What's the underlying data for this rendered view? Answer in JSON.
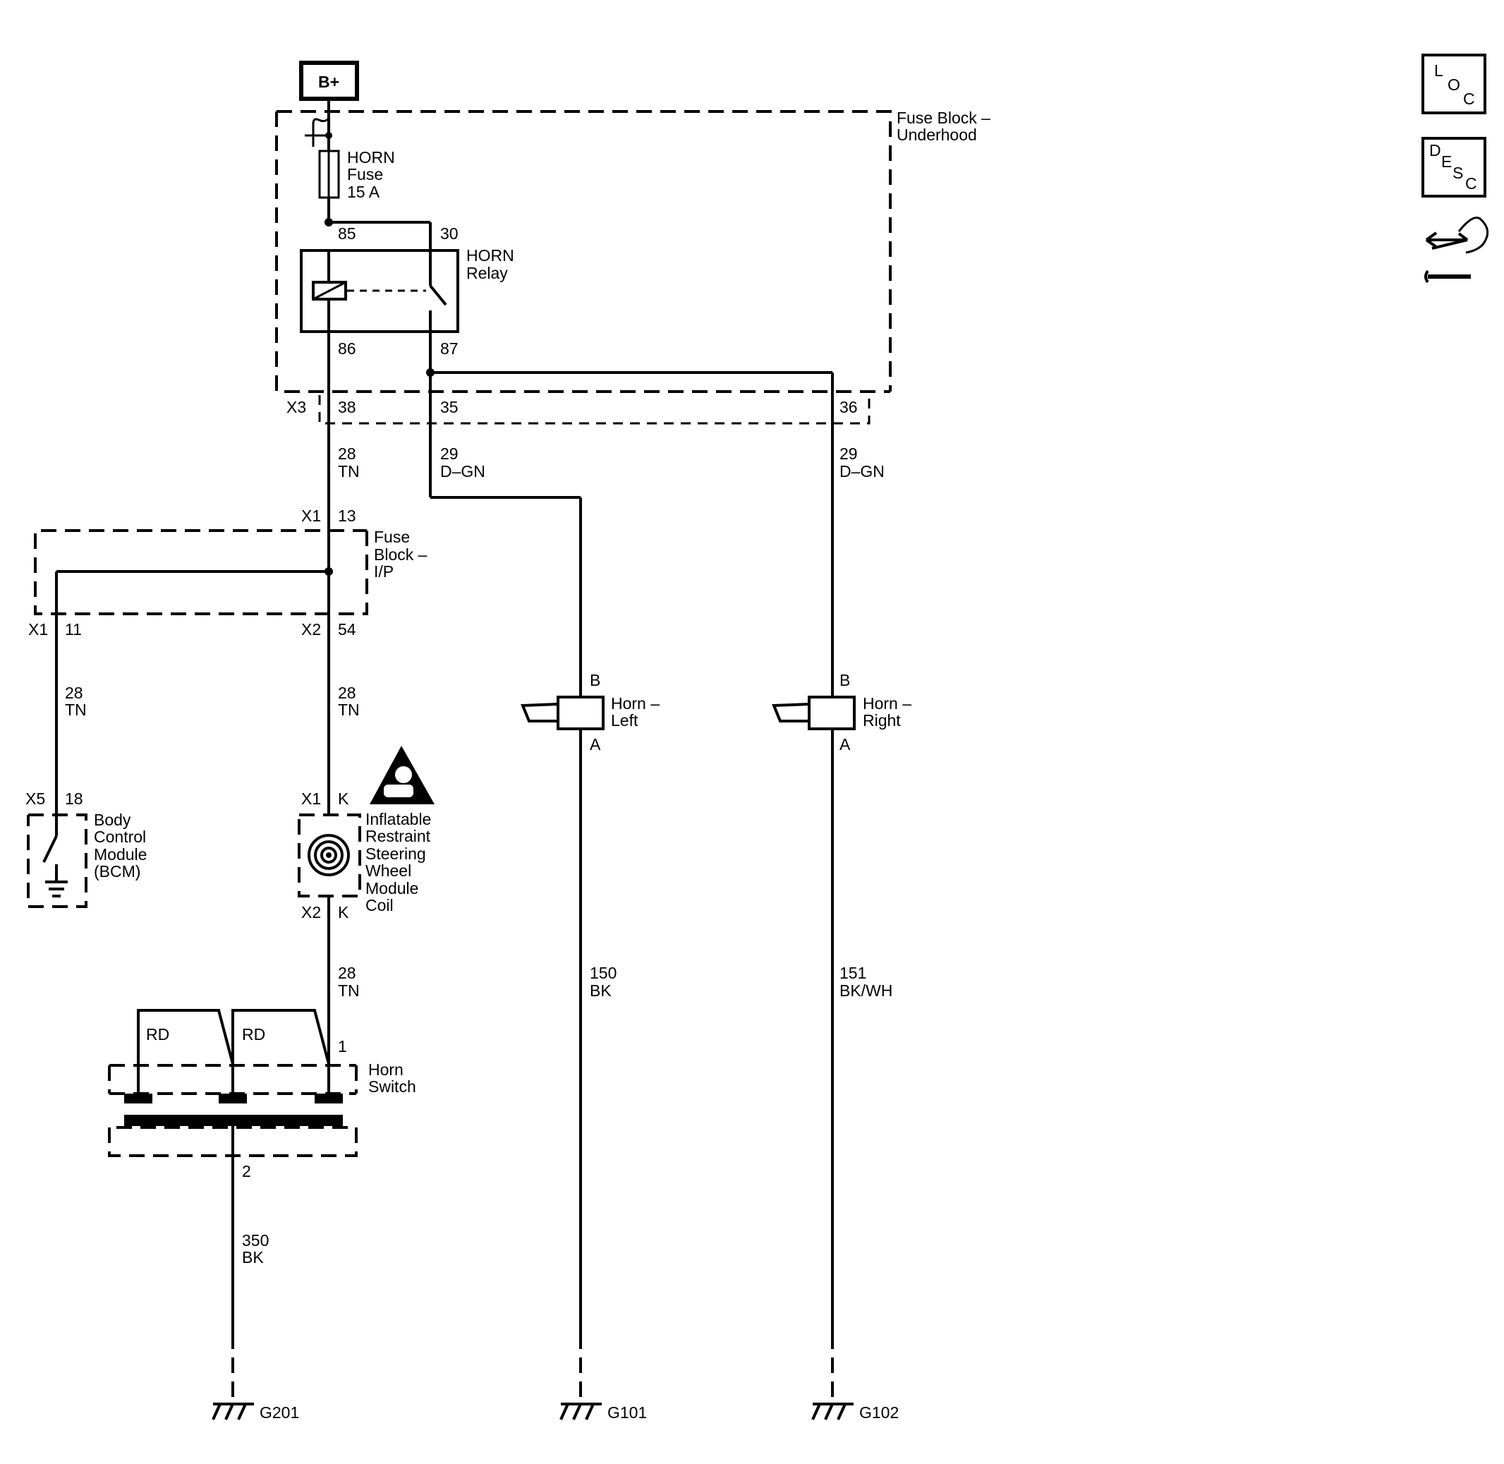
{
  "power": {
    "label": "B+"
  },
  "fuse_block_underhood": {
    "label_line1": "Fuse Block –",
    "label_line2": "Underhood"
  },
  "horn_fuse": {
    "line1": "HORN",
    "line2": "Fuse",
    "line3": "15 A"
  },
  "horn_relay": {
    "line1": "HORN",
    "line2": "Relay",
    "pin_85": "85",
    "pin_30": "30",
    "pin_86": "86",
    "pin_87": "87"
  },
  "connector_x3": {
    "name": "X3",
    "pin_38": "38",
    "pin_35": "35",
    "pin_36": "36"
  },
  "wires": {
    "w1": {
      "circuit": "28",
      "color": "TN"
    },
    "w2": {
      "circuit": "29",
      "color": "D–GN"
    },
    "w3": {
      "circuit": "29",
      "color": "D–GN"
    },
    "w4": {
      "circuit": "28",
      "color": "TN"
    },
    "w5": {
      "circuit": "28",
      "color": "TN"
    },
    "w6": {
      "circuit": "28",
      "color": "TN"
    },
    "w7": {
      "circuit": "350",
      "color": "BK"
    },
    "w8": {
      "circuit": "150",
      "color": "BK"
    },
    "w9": {
      "circuit": "151",
      "color": "BK/WH"
    }
  },
  "fuse_block_ip": {
    "line1": "Fuse",
    "line2": "Block –",
    "line3": "I/P",
    "x1_top": "X1",
    "pin_13": "13",
    "x1_left": "X1",
    "pin_11": "11",
    "x2": "X2",
    "pin_54": "54"
  },
  "bcm": {
    "line1": "Body",
    "line2": "Control",
    "line3": "Module",
    "line4": "(BCM)",
    "connector": "X5",
    "pin": "18"
  },
  "steering_coil": {
    "line1": "Inflatable",
    "line2": "Restraint",
    "line3": "Steering",
    "line4": "Wheel",
    "line5": "Module",
    "line6": "Coil",
    "x1": "X1",
    "x1_pin": "K",
    "x2": "X2",
    "x2_pin": "K"
  },
  "horn_switch": {
    "line1": "Horn",
    "line2": "Switch",
    "rd1": "RD",
    "rd2": "RD",
    "pin_1": "1",
    "pin_2": "2"
  },
  "horn_left": {
    "line1": "Horn –",
    "line2": "Left",
    "pin_b": "B",
    "pin_a": "A"
  },
  "horn_right": {
    "line1": "Horn –",
    "line2": "Right",
    "pin_b": "B",
    "pin_a": "A"
  },
  "grounds": {
    "g201": "G201",
    "g101": "G101",
    "g102": "G102"
  },
  "nav_icons": {
    "loc": {
      "l": "L",
      "o": "O",
      "c": "C"
    },
    "desc": {
      "d": "D",
      "e": "E",
      "s": "S",
      "c": "C"
    }
  }
}
